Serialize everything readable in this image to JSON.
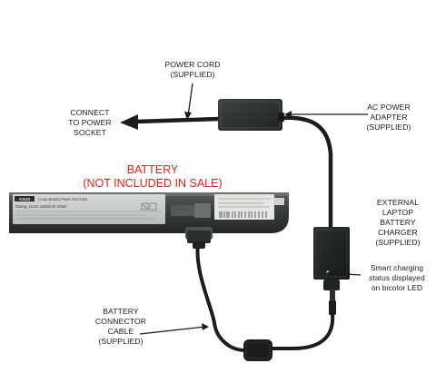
{
  "labels": {
    "power_cord": [
      "POWER CORD",
      "(SUPPLIED)"
    ],
    "connect": [
      "CONNECT",
      "TO POWER",
      "SOCKET"
    ],
    "adapter": [
      "AC POWER",
      "ADAPTER",
      "(SUPPLIED)"
    ],
    "battery": [
      "BATTERY",
      "(NOT INCLUDED IN SALE)"
    ],
    "charger": [
      "EXTERNAL",
      "LAPTOP",
      "BATTERY",
      "CHARGER",
      "(SUPPLIED)"
    ],
    "led": [
      "Smart charging",
      "status displayed",
      "on bicolor LED"
    ],
    "cable": [
      "BATTERY",
      "CONNECTOR",
      "CABLE",
      "(SUPPLIED)"
    ]
  },
  "battery_sticker": {
    "brand": "ASUS",
    "line1": "Li-ion Battery Pack  A32-X401",
    "line2": "Rating: 10.8V  4400mAh  47Wh"
  },
  "colors": {
    "label": "#1a1a1a",
    "highlight": "#e0201c",
    "device": "#2a302c",
    "cable": "#1c1c1c"
  }
}
